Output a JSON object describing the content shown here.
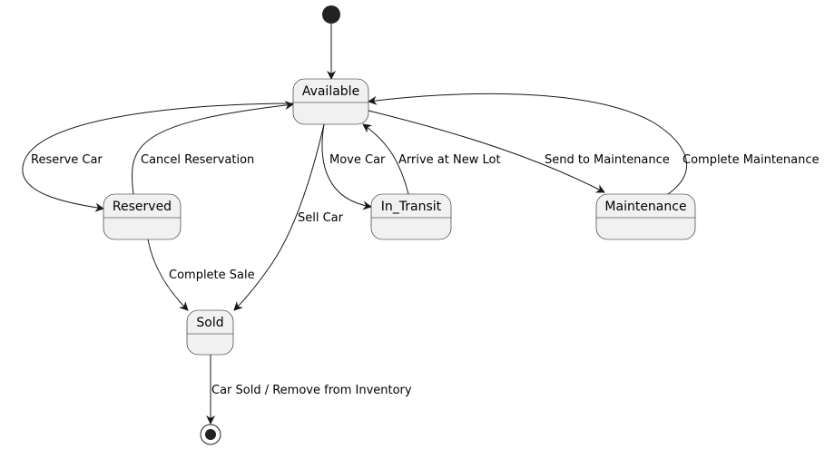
{
  "diagram": {
    "states": {
      "available": "Available",
      "reserved": "Reserved",
      "in_transit": "In_Transit",
      "maintenance": "Maintenance",
      "sold": "Sold"
    },
    "transitions": {
      "reserve_car": "Reserve Car",
      "cancel_reservation": "Cancel Reservation",
      "sell_car": "Sell Car",
      "move_car": "Move Car",
      "arrive_new_lot": "Arrive at New Lot",
      "send_to_maintenance": "Send to Maintenance",
      "complete_maintenance": "Complete Maintenance",
      "complete_sale": "Complete Sale",
      "car_sold_remove": "Car Sold / Remove from Inventory"
    },
    "colors": {
      "state_fill": "#f1f1f1",
      "stroke": "#181818",
      "pseudo_state": "#222222"
    }
  }
}
